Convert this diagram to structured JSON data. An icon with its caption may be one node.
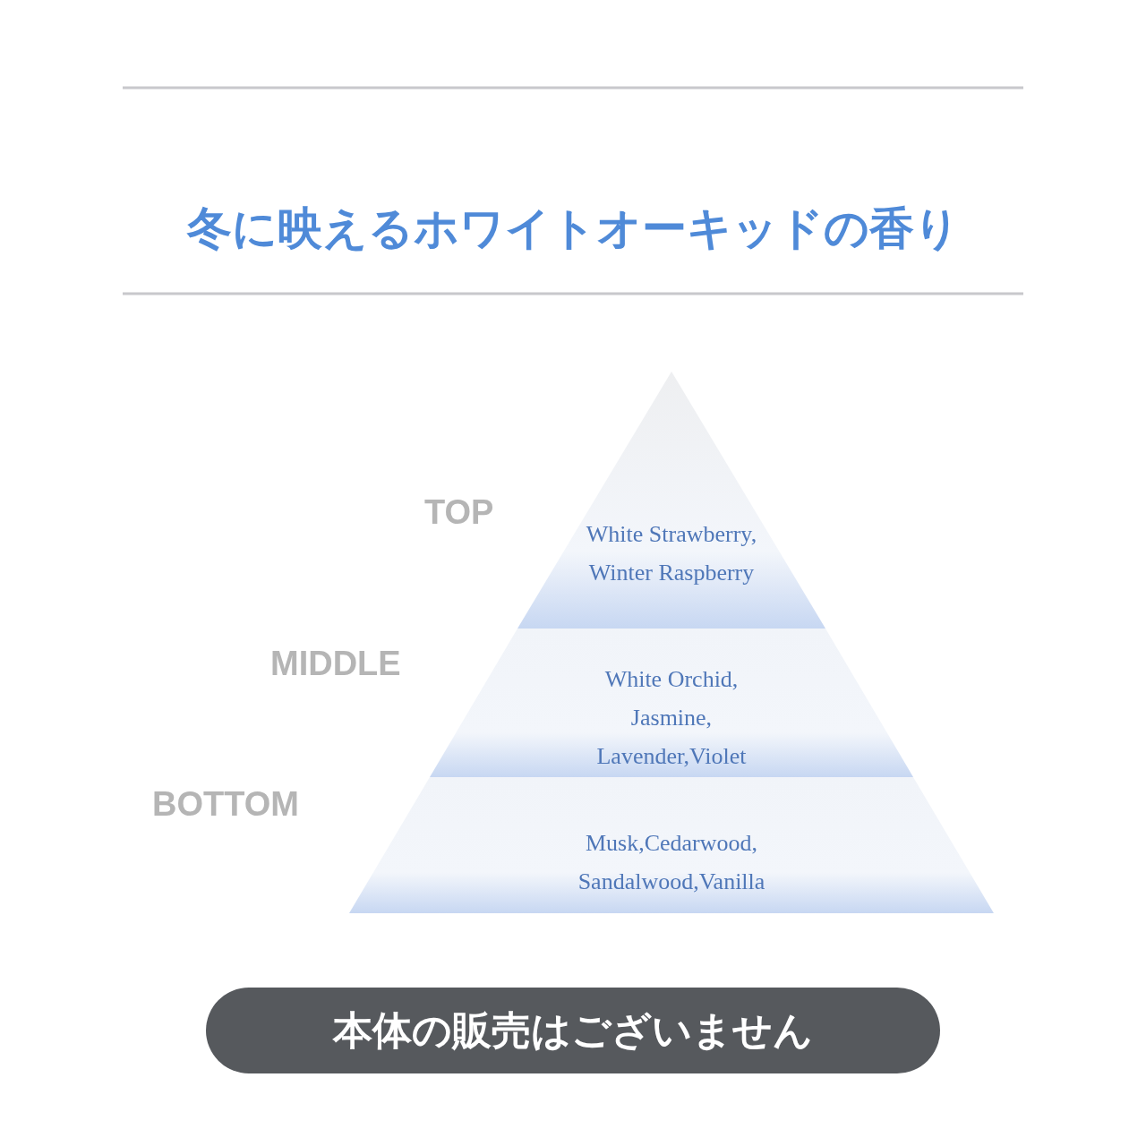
{
  "diagram": {
    "title": "冬に映えるホワイトオーキッドの香り",
    "nodes": [
      {
        "text": [
          "White Strawberry, Winter Raspberry"
        ],
        "beside": [
          "TOP"
        ]
      },
      {
        "text": [
          "White Orchid, Jasmine, Lavender,Violet"
        ],
        "beside": [
          "MIDDLE"
        ]
      },
      {
        "text": [
          "Musk,Cedarwood, Sandalwood,Vanilla"
        ],
        "beside": [
          "BOTTOM"
        ]
      },
      {
        "text": [
          "本体の販売はございません"
        ]
      }
    ]
  }
}
